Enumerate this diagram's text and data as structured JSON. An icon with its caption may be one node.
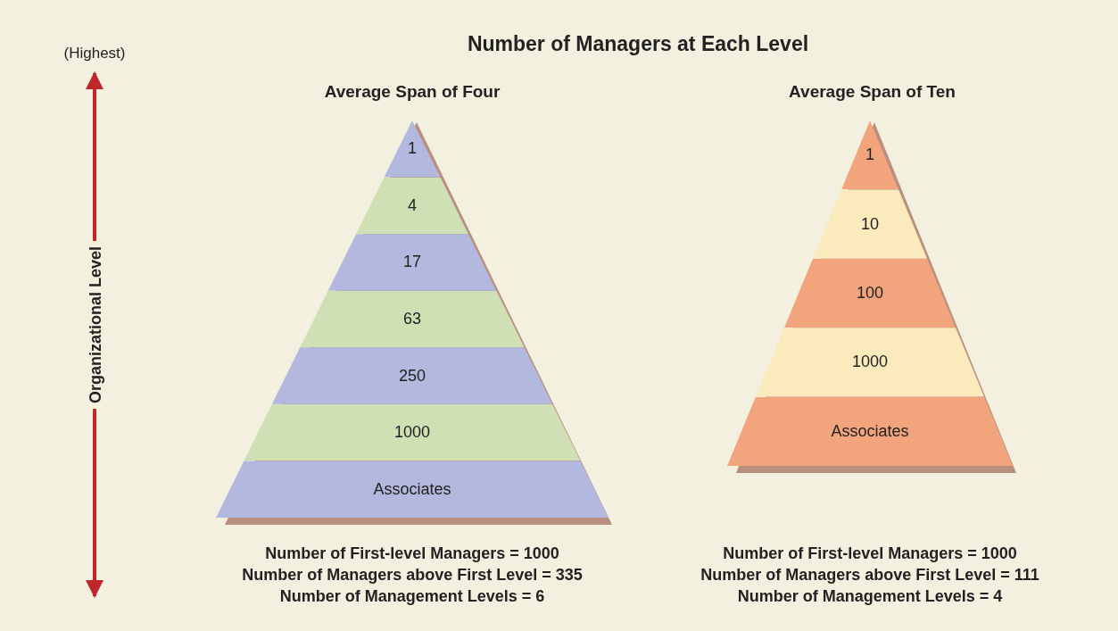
{
  "diagram": {
    "title": "Number of Managers at Each Level",
    "nodes": [
      {
        "text": [
          "Average Span of Four"
        ],
        "beside": [
          "Number of First-level Managers = 1000",
          "Number of Managers above First Level = 335",
          "Number of Management Levels = 6"
        ]
      },
      {
        "text": [
          "1"
        ],
        "in": 0
      },
      {
        "text": [
          "4"
        ],
        "in": 0
      },
      {
        "text": [
          "17"
        ],
        "in": 0
      },
      {
        "text": [
          "63"
        ],
        "in": 0
      },
      {
        "text": [
          "250"
        ],
        "in": 0
      },
      {
        "text": [
          "1000"
        ],
        "in": 0
      },
      {
        "text": [
          "Associates"
        ],
        "in": 0
      },
      {
        "text": [
          "Average Span of Ten"
        ],
        "beside": [
          "Number of First-level Managers = 1000",
          "Number of Managers above First Level = 111",
          "Number of Management Levels = 4"
        ]
      },
      {
        "text": [
          "1"
        ],
        "in": 8
      },
      {
        "text": [
          "10"
        ],
        "in": 8
      },
      {
        "text": [
          "100"
        ],
        "in": 8
      },
      {
        "text": [
          "1000"
        ],
        "in": 8
      },
      {
        "text": [
          "Associates"
        ],
        "in": 8
      }
    ],
    "edges": [],
    "labels": [
      "(Highest)",
      "Organizational Level"
    ]
  }
}
